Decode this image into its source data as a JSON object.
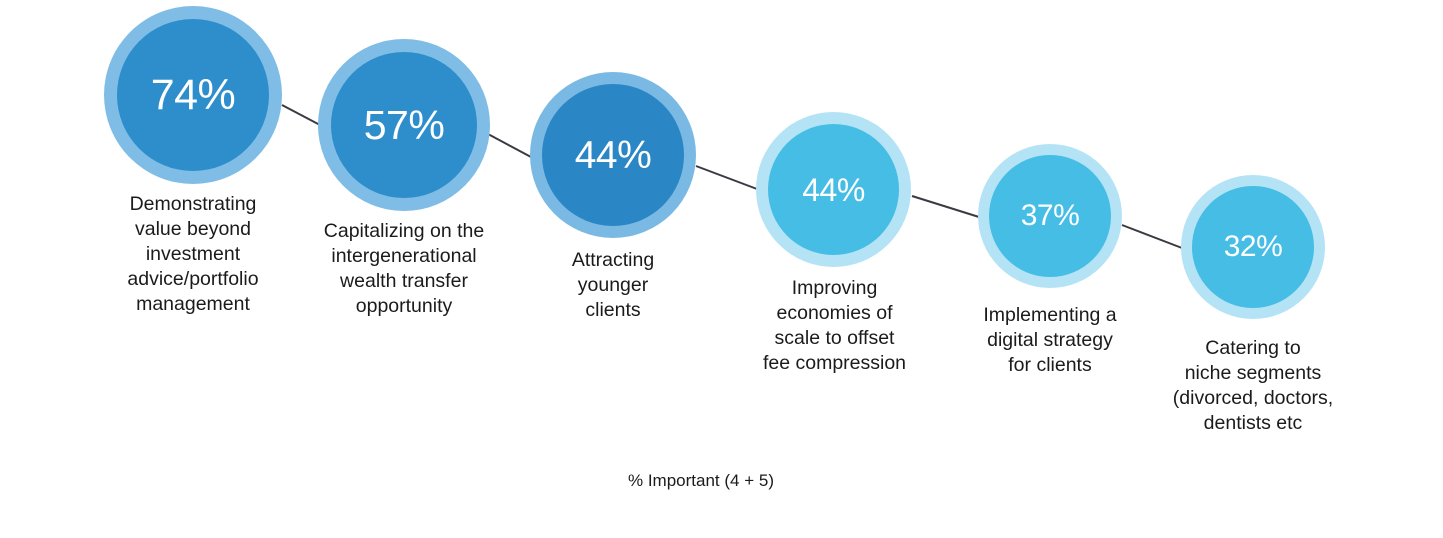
{
  "chart_data": {
    "type": "bar",
    "title": "",
    "subtitle": "",
    "xlabel": "",
    "ylabel": "",
    "footnote": "% Important (4 + 5)",
    "categories": [
      "Demonstrating value beyond investment advice/portfolio management",
      "Capitalizing on the intergenerational wealth transfer opportunity",
      "Attracting younger clients",
      "Improving economies of scale to offset fee compression",
      "Implementing a digital strategy for clients",
      "Catering to niche segments (divorced, doctors, dentists etc"
    ],
    "values": [
      74,
      57,
      44,
      44,
      37,
      32
    ],
    "value_labels": [
      "74%",
      "57%",
      "44%",
      "44%",
      "37%",
      "32%"
    ],
    "unit": "%",
    "legend": [],
    "grid": false,
    "ylim": [
      0,
      100
    ]
  },
  "bubbles": [
    {
      "value_label": "74%",
      "label": "Demonstrating\nvalue beyond\ninvestment\nadvice/portfolio\nmanagement",
      "core_color": "#2d8ecb",
      "ring_color": "#7fbde6"
    },
    {
      "value_label": "57%",
      "label": "Capitalizing on the\nintergenerational\nwealth transfer\nopportunity",
      "core_color": "#2d8ecb",
      "ring_color": "#7fbde6"
    },
    {
      "value_label": "44%",
      "label": "Attracting\nyounger\nclients",
      "core_color": "#2a86c4",
      "ring_color": "#79b9e3"
    },
    {
      "value_label": "44%",
      "label": "Improving\neconomies of\nscale to offset\nfee compression",
      "core_color": "#46bde4",
      "ring_color": "#b4e3f5"
    },
    {
      "value_label": "37%",
      "label": "Implementing a\ndigital strategy\nfor clients",
      "core_color": "#45bde5",
      "ring_color": "#b4e3f5"
    },
    {
      "value_label": "32%",
      "label": "Catering to\nniche segments\n(divorced, doctors,\ndentists etc",
      "core_color": "#45bde5",
      "ring_color": "#b4e3f5"
    }
  ],
  "colors": {
    "background": "#ffffff",
    "connector": "#3a3a42",
    "text": "#1b1b1b",
    "value_text": "#ffffff"
  }
}
